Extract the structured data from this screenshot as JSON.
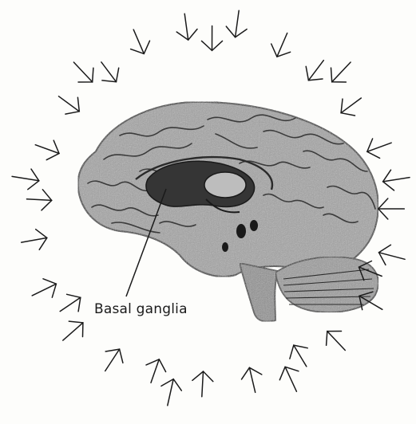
{
  "figure": {
    "callout_label": "Basal ganglia",
    "arrow_style": "chevron-arrows-pointing-inward",
    "arrow_count": 32,
    "colors": {
      "ink": "#1a1a1a",
      "brain_fill": "#9a9a9a",
      "brain_shadow": "#6f6f6f",
      "basal_ganglia": "#3a3a3a",
      "background": "#fdfdfb"
    }
  }
}
